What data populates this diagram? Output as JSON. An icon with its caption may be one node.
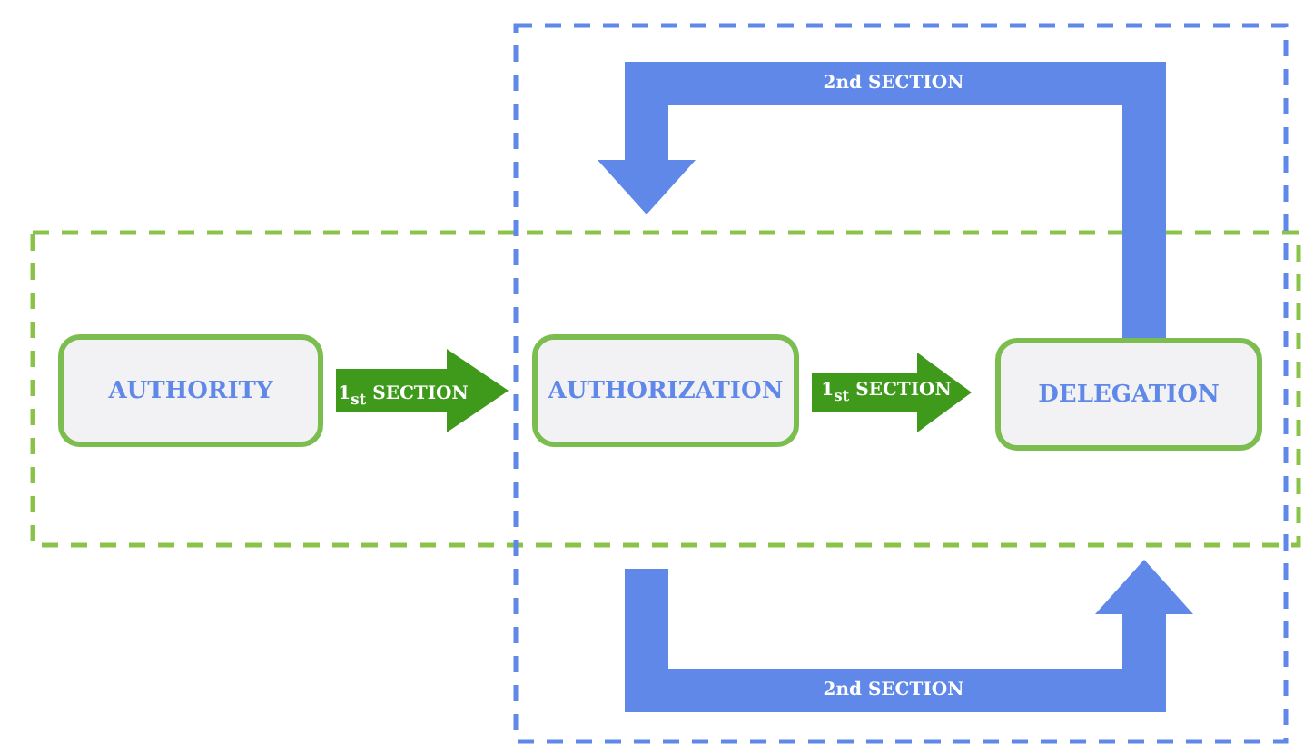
{
  "diagram": {
    "nodes": [
      {
        "text": [
          "AUTHORITY"
        ]
      },
      {
        "text": [
          "AUTHORIZATION"
        ]
      },
      {
        "text": [
          "DELEGATION"
        ]
      }
    ],
    "edges": [
      {
        "from": 0,
        "to": 1,
        "arrow": "to",
        "label": "1$_{st}$ SECTION",
        "color": "#3f9a1c"
      },
      {
        "from": 1,
        "to": 2,
        "arrow": "to",
        "label": "1$_{st}$ SECTION",
        "color": "#3f9a1c"
      },
      {
        "from": 2,
        "to": 1,
        "arrow": "to",
        "label": "2nd SECTION",
        "color": "#5f88e8"
      },
      {
        "from": 1,
        "to": 2,
        "arrow": "to",
        "label": "2nd SECTION",
        "color": "#5f88e8"
      }
    ]
  }
}
